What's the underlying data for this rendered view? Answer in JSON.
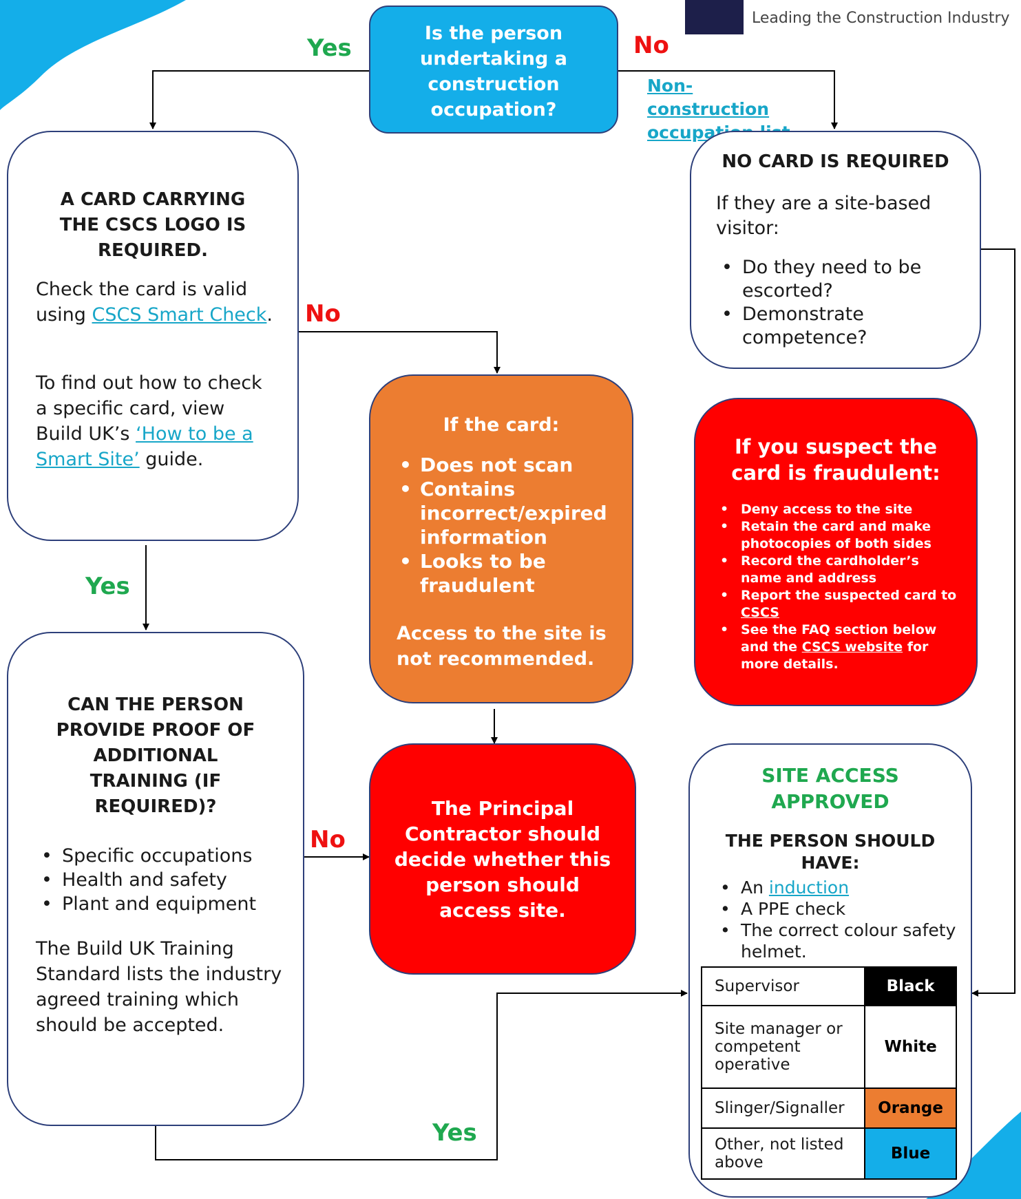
{
  "header": {
    "tagline": "Leading the Construction Industry"
  },
  "labels": {
    "yes_top": "Yes",
    "no_top": "No",
    "no_mid": "No",
    "yes_mid": "Yes",
    "no_lower": "No",
    "yes_bottom": "Yes"
  },
  "start": {
    "question": "Is the person undertaking a construction occupation?"
  },
  "noncon_link": "Non-construction occupation list",
  "no_card": {
    "title": "NO CARD IS REQUIRED",
    "intro": "If they are a site-based visitor:",
    "items": [
      "Do they need to be escorted?",
      "Demonstrate competence?"
    ]
  },
  "card_required": {
    "title": "A CARD CARRYING THE CSCS LOGO IS REQUIRED.",
    "check_pre": "Check the card is valid using ",
    "check_link": "CSCS Smart Check",
    "check_post": ".",
    "howto_pre": "To find out how to check a specific card, view Build UK’s ",
    "howto_link": "‘How to be a Smart Site’",
    "howto_post": " guide."
  },
  "if_card": {
    "title": "If the card:",
    "items": [
      "Does not scan",
      "Contains incorrect/expired information",
      "Looks to be fraudulent"
    ],
    "footer": "Access to the site is not recommended."
  },
  "fraud": {
    "title": "If you suspect the card is fraudulent:",
    "item1": "Deny access to the site",
    "item2": "Retain the card and make photocopies of both sides",
    "item3": "Record the cardholder’s name and address",
    "item4_pre": "Report the suspected card to ",
    "item4_link": "CSCS",
    "item5_pre": "See the FAQ section below and the ",
    "item5_link": "CSCS website",
    "item5_post": " for more details."
  },
  "training": {
    "title": "CAN THE PERSON PROVIDE PROOF OF ADDITIONAL TRAINING (IF REQUIRED)?",
    "items": [
      "Specific occupations",
      "Health and safety",
      "Plant and equipment"
    ],
    "note": "The Build UK Training Standard lists the industry agreed training which should be accepted."
  },
  "principal": {
    "text": "The Principal Contractor should decide whether this person should access site."
  },
  "approved": {
    "title": "SITE ACCESS APPROVED",
    "subtitle": "THE PERSON SHOULD HAVE:",
    "item1_pre": "An ",
    "item1_link": "induction",
    "item2": "A PPE check",
    "item3": "The correct colour safety helmet.",
    "helmets": [
      {
        "role": "Supervisor",
        "colour": "Black",
        "bg": "#000000",
        "fg": "#ffffff"
      },
      {
        "role": "Site manager or competent operative",
        "colour": "White",
        "bg": "#ffffff",
        "fg": "#000000"
      },
      {
        "role": "Slinger/Signaller",
        "colour": "Orange",
        "bg": "#ec7d31",
        "fg": "#000000"
      },
      {
        "role": "Other, not listed above",
        "colour": "Blue",
        "bg": "#14aee9",
        "fg": "#000000"
      }
    ]
  }
}
